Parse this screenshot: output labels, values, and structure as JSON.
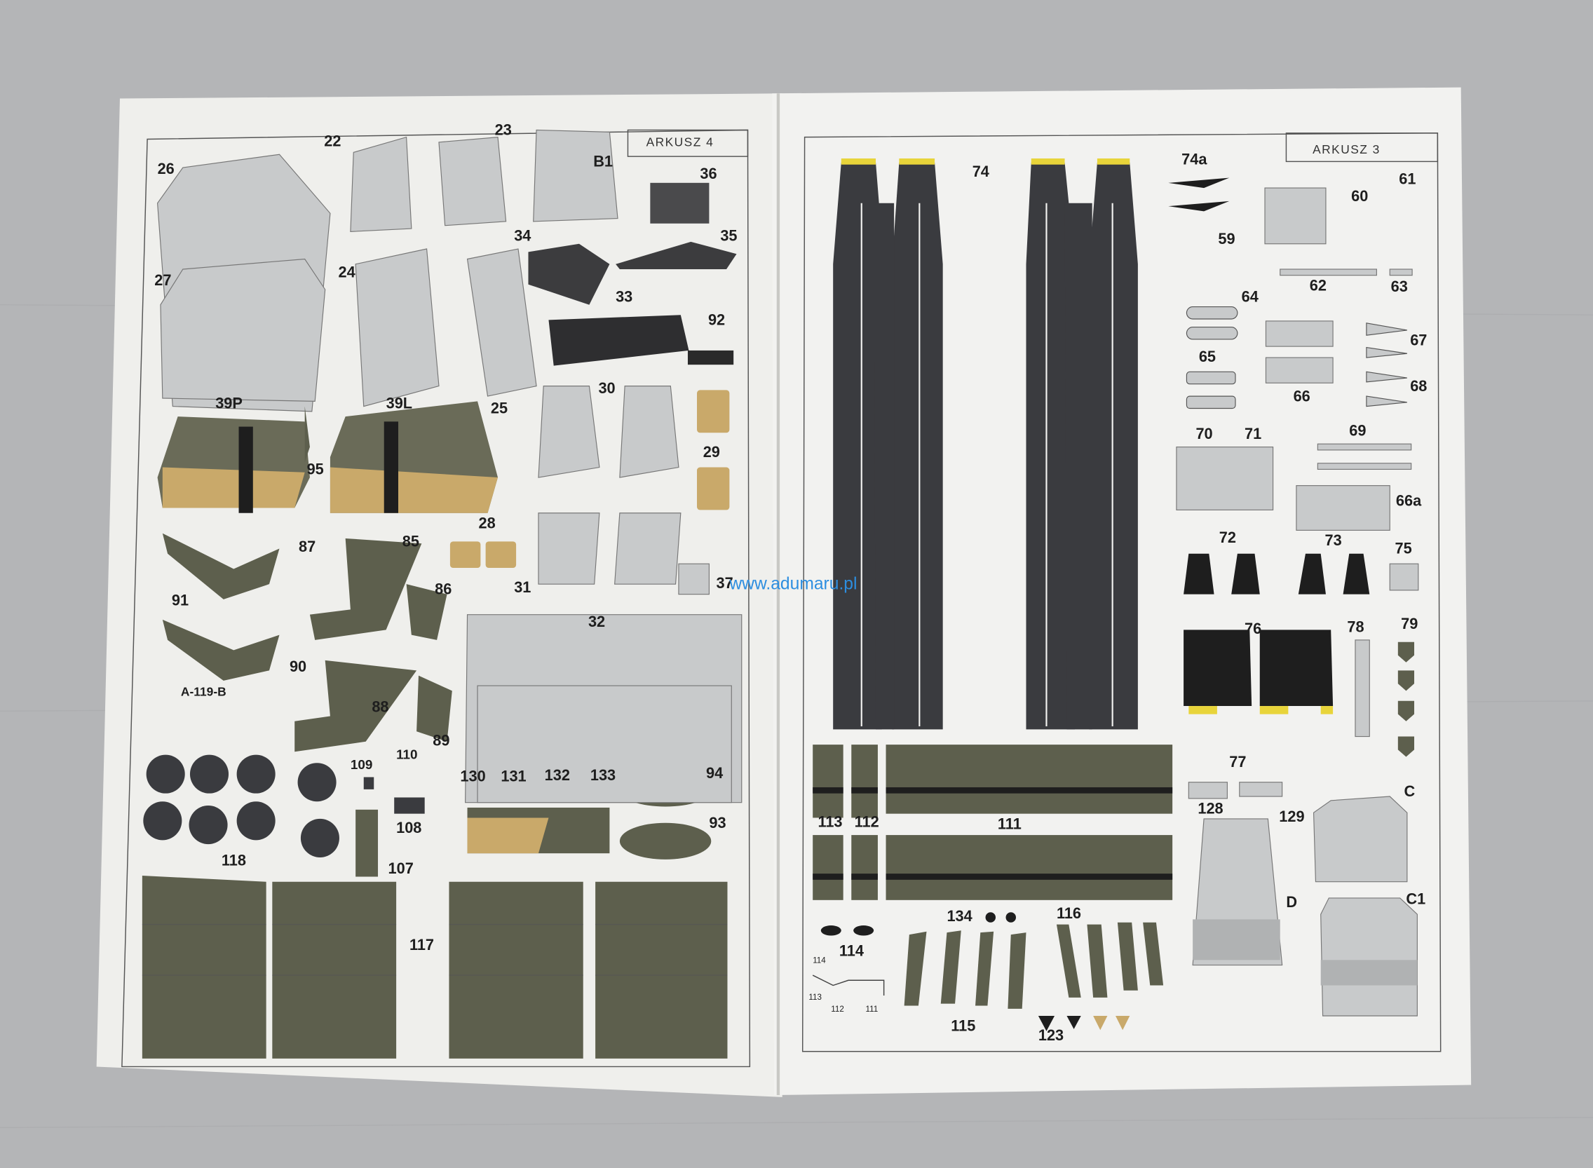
{
  "watermark": "www.adumaru.pl",
  "left_page": {
    "sheet_title": "ARKUSZ 4",
    "labels": [
      "26",
      "22",
      "23",
      "B1",
      "36",
      "27",
      "24",
      "34",
      "35",
      "33",
      "92",
      "39P",
      "39L",
      "95",
      "30",
      "29",
      "25",
      "28",
      "87",
      "85",
      "91",
      "86",
      "31",
      "37",
      "32",
      "A-119-B",
      "90",
      "88",
      "89",
      "110",
      "109",
      "130",
      "131",
      "132",
      "133",
      "94",
      "108",
      "93",
      "118",
      "107",
      "117"
    ]
  },
  "right_page": {
    "sheet_title": "ARKUSZ 3",
    "labels": [
      "74",
      "74a",
      "59",
      "60",
      "61",
      "62",
      "63",
      "64",
      "67",
      "65",
      "66",
      "68",
      "70",
      "71",
      "69",
      "66a",
      "72",
      "73",
      "75",
      "76",
      "78",
      "79",
      "77",
      "113",
      "112",
      "111",
      "128",
      "129",
      "C",
      "D",
      "C1",
      "134",
      "116",
      "114",
      "115",
      "123"
    ],
    "diagram_labels": [
      "114",
      "113",
      "112",
      "111"
    ]
  },
  "colors": {
    "background": "#b4b5b7",
    "paper": "#f1f1ef",
    "gray_part": "#c8cacb",
    "olive": "#5d5f4d",
    "dark": "#3a3b3f",
    "tan": "#c9a96a",
    "yellow": "#e8d43a",
    "watermark": "#2d8ee0"
  }
}
